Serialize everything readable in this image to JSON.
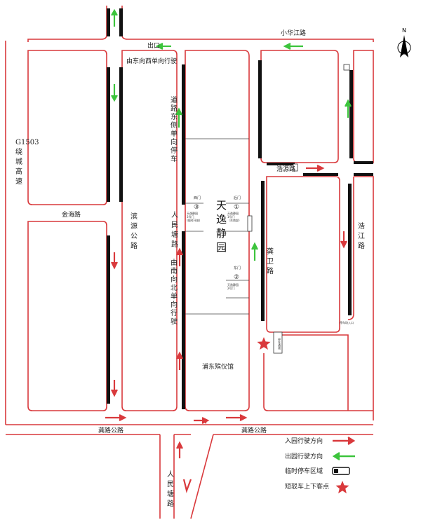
{
  "compass": {
    "label": "N"
  },
  "roads": {
    "xiaohuajiang": "小华江路",
    "jinhai": "金海路",
    "g1503": "G1503\n绕\n城\n高\n速",
    "binyuan": "滨\n源\n公\n路",
    "haojiang": "浩\n江\n路",
    "gongwei": "龚\n卫\n路",
    "gonglu_left": "龚路公路",
    "gonglu_right": "龚路公路",
    "renmintang_main": "人\n民\n塘\n路",
    "renmintang_south": "人\n民\n塘\n路",
    "haoyuan": "浩源路"
  },
  "notes": {
    "one_way_ew": "由东向西单向行驶",
    "east_side_parking": "道\n路\n东\n侧\n单\n向\n停\n车",
    "one_way_sn": "由\n南\n向\n北\n单\n向\n行\n驶",
    "exit_top": "出口"
  },
  "places": {
    "tianyi": "天\n逸\n静\n园",
    "funeral": "浦东殡仪馆"
  },
  "gates": {
    "g1_label": "后门",
    "g1_num": "①",
    "g1_desc": "天逸静园\n1号门\n（东南部）",
    "g2_label": "东门",
    "g2_num": "②",
    "g2_desc": "天逸静园\n2号门",
    "g3_label": "西门",
    "g3_num": "③",
    "g3_desc": "天逸静园\n3号门\n(临时开放)",
    "lot_label": "停车场入口",
    "lot2_label": "停\n车\n通\n道"
  },
  "legend": {
    "in_label": "入园行驶方向",
    "out_label": "出园行驶方向",
    "parking_label": "临时停车区域",
    "shuttle_label": "短驳车上下客点"
  },
  "colors": {
    "road": "#d9393c",
    "in_arrow": "#d9393c",
    "out_arrow": "#3cc43c",
    "parking": "#111111",
    "star": "#d9393c"
  }
}
